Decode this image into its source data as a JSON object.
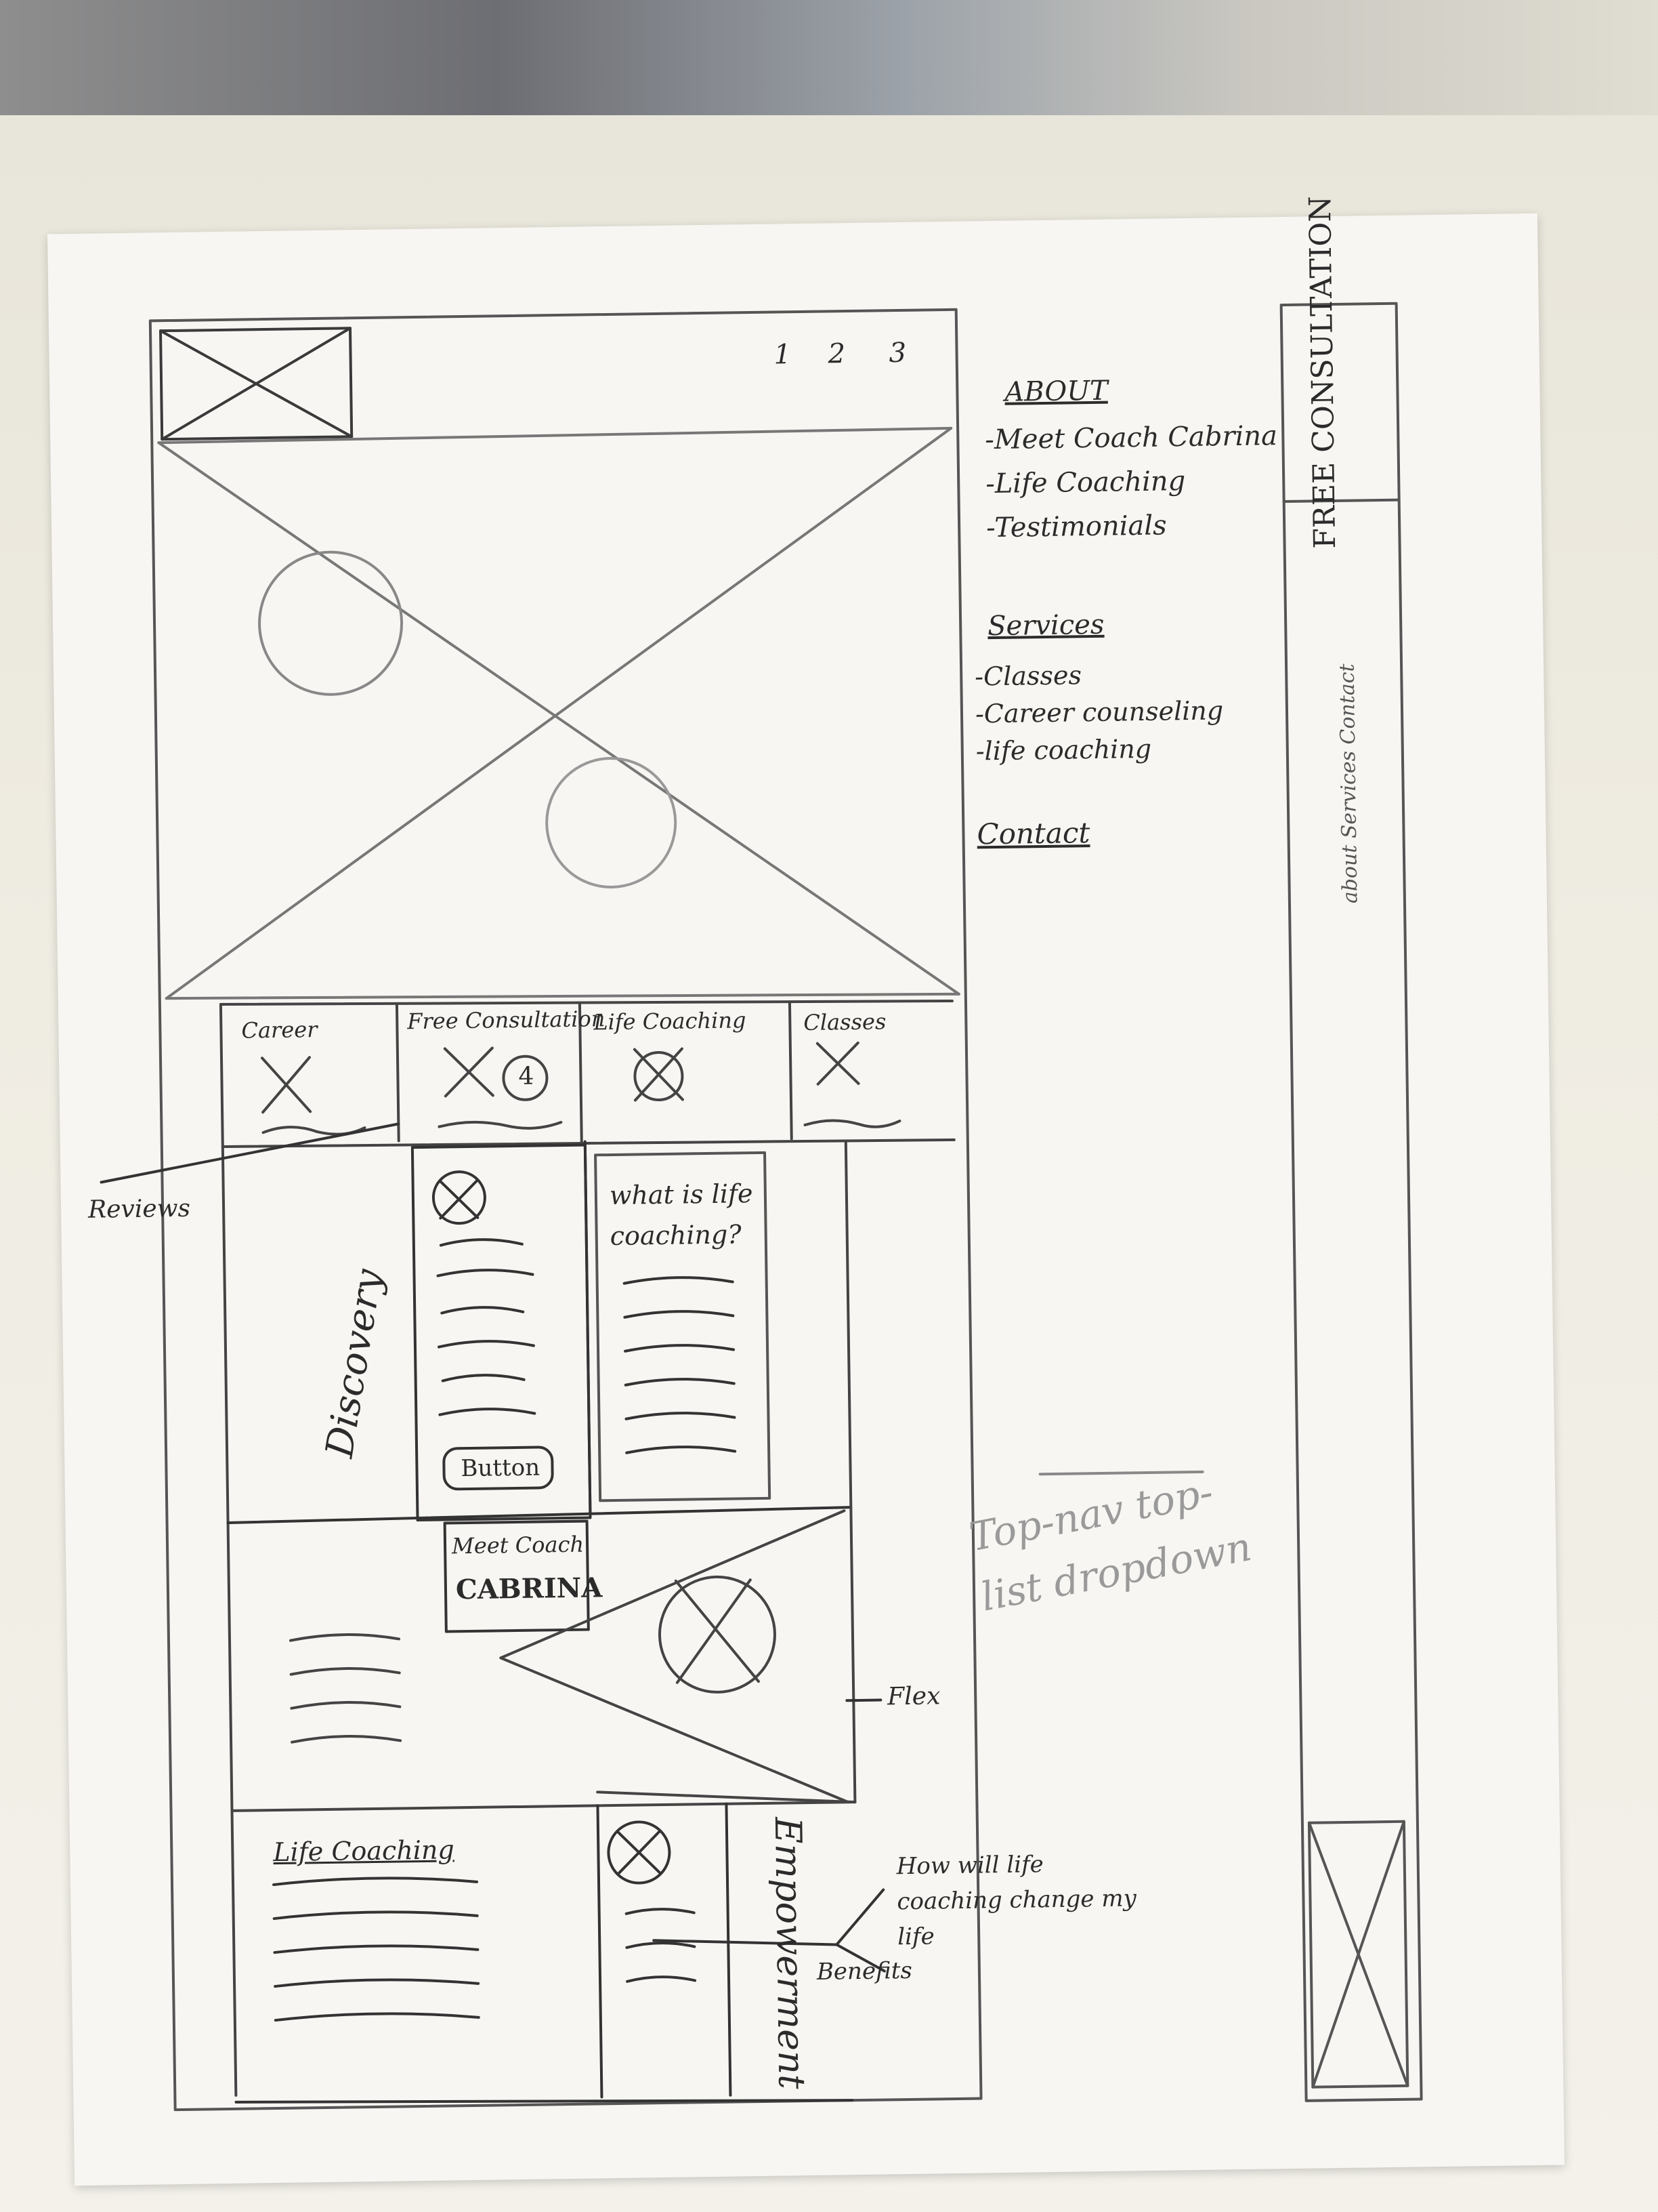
{
  "sketch": {
    "header": {
      "numbers": [
        "1",
        "2",
        "3"
      ]
    },
    "sitemap": {
      "about": {
        "heading": "ABOUT",
        "items": [
          "-Meet Coach Cabrina",
          "-Life Coaching",
          "-Testimonials"
        ]
      },
      "services": {
        "heading": "Services",
        "items": [
          "-Classes",
          "-Career counseling",
          "-life coaching"
        ]
      },
      "contact": {
        "heading": "Contact"
      }
    },
    "sidebar": {
      "cta": "FREE CONSULTATION",
      "nav": "about  Services  Contact"
    },
    "tiles": [
      {
        "label": "Career"
      },
      {
        "label": "Free Consultation",
        "badge": "4"
      },
      {
        "label": "Life Coaching"
      },
      {
        "label": "Classes"
      }
    ],
    "middle": {
      "discovery": "Discovery",
      "button": "Button",
      "meet_coach": "Meet Coach",
      "meet_name": "CABRINA",
      "what_is_title": "what is life coaching?"
    },
    "bottom": {
      "life_coaching": "Life Coaching",
      "empowerment": "Empowerment"
    },
    "annotations": {
      "reviews": "Reviews",
      "flex": "Flex",
      "how_will": "How will life coaching change my life",
      "benefits": "Benefits",
      "top_nav": "Top-nav top-list dropdown"
    }
  }
}
